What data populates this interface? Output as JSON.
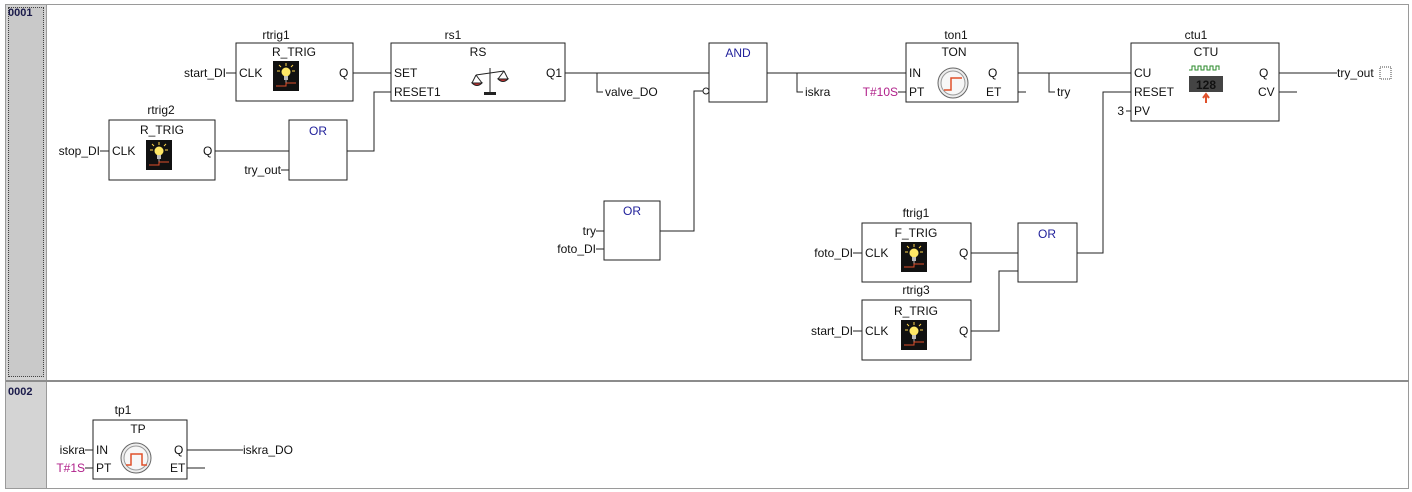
{
  "networks": [
    {
      "number": "0001"
    },
    {
      "number": "0002"
    }
  ],
  "blocks": {
    "rtrig1": {
      "instance": "rtrig1",
      "type": "R_TRIG",
      "clk": "CLK",
      "q": "Q"
    },
    "rtrig2": {
      "instance": "rtrig2",
      "type": "R_TRIG",
      "clk": "CLK",
      "q": "Q"
    },
    "rs1": {
      "instance": "rs1",
      "type": "RS",
      "set": "SET",
      "reset": "RESET1",
      "q": "Q1"
    },
    "or1": {
      "type": "OR"
    },
    "or2": {
      "type": "OR"
    },
    "or3": {
      "type": "OR"
    },
    "and1": {
      "type": "AND"
    },
    "ton1": {
      "instance": "ton1",
      "type": "TON",
      "in": "IN",
      "pt": "PT",
      "q": "Q",
      "et": "ET"
    },
    "ctu1": {
      "instance": "ctu1",
      "type": "CTU",
      "cu": "CU",
      "reset": "RESET",
      "pv": "PV",
      "q": "Q",
      "cv": "CV",
      "display": "128"
    },
    "ftrig1": {
      "instance": "ftrig1",
      "type": "F_TRIG",
      "clk": "CLK",
      "q": "Q"
    },
    "rtrig3": {
      "instance": "rtrig3",
      "type": "R_TRIG",
      "clk": "CLK",
      "q": "Q"
    },
    "tp1": {
      "instance": "tp1",
      "type": "TP",
      "in": "IN",
      "pt": "PT",
      "q": "Q",
      "et": "ET"
    }
  },
  "signals": {
    "start_DI_1": "start_DI",
    "stop_DI": "stop_DI",
    "try_out_in": "try_out",
    "valve_DO": "valve_DO",
    "try_in": "try",
    "foto_DI_1": "foto_DI",
    "iskra": "iskra",
    "t10s": "T#10S",
    "try_out_ton": "try",
    "pv3": "3",
    "try_out_final": "try_out",
    "foto_DI_2": "foto_DI",
    "start_DI_2": "start_DI",
    "iskra_in": "iskra",
    "t1s": "T#1S",
    "iskra_DO": "iskra_DO"
  },
  "colors": {
    "constant": "#b0208a",
    "operator": "#1f1f9a"
  }
}
